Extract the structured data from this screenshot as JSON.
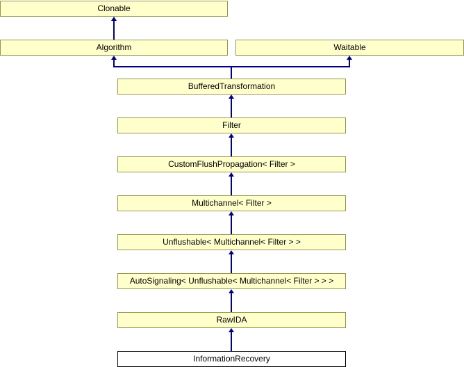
{
  "diagram": {
    "kind": "class-inheritance-diagram",
    "current_class": "InformationRecovery"
  },
  "colors": {
    "background": "#ffffff",
    "node_fill": "#ffffcc",
    "node_border": "#969650",
    "highlight_fill": "#ffffff",
    "highlight_border": "#000000",
    "arrow": "#000080",
    "text": "#000000"
  },
  "nodes": [
    {
      "id": "clonable",
      "label": "Clonable"
    },
    {
      "id": "algorithm",
      "label": "Algorithm"
    },
    {
      "id": "waitable",
      "label": "Waitable"
    },
    {
      "id": "buffered-transformation",
      "label": "BufferedTransformation"
    },
    {
      "id": "filter",
      "label": "Filter"
    },
    {
      "id": "custom-flush-propagation",
      "label": "CustomFlushPropagation< Filter >"
    },
    {
      "id": "multichannel",
      "label": "Multichannel< Filter >"
    },
    {
      "id": "unflushable",
      "label": "Unflushable< Multichannel< Filter > >"
    },
    {
      "id": "auto-signaling",
      "label": "AutoSignaling< Unflushable< Multichannel< Filter > > >"
    },
    {
      "id": "raw-ida",
      "label": "RawIDA"
    },
    {
      "id": "information-recovery",
      "label": "InformationRecovery"
    }
  ],
  "edges": [
    {
      "from": "Algorithm",
      "to": "Clonable"
    },
    {
      "from": "BufferedTransformation",
      "to": "Algorithm"
    },
    {
      "from": "BufferedTransformation",
      "to": "Waitable"
    },
    {
      "from": "Filter",
      "to": "BufferedTransformation"
    },
    {
      "from": "CustomFlushPropagation< Filter >",
      "to": "Filter"
    },
    {
      "from": "Multichannel< Filter >",
      "to": "CustomFlushPropagation< Filter >"
    },
    {
      "from": "Unflushable< Multichannel< Filter > >",
      "to": "Multichannel< Filter >"
    },
    {
      "from": "AutoSignaling< Unflushable< Multichannel< Filter > > >",
      "to": "Unflushable< Multichannel< Filter > >"
    },
    {
      "from": "RawIDA",
      "to": "AutoSignaling< Unflushable< Multichannel< Filter > > >"
    },
    {
      "from": "InformationRecovery",
      "to": "RawIDA"
    }
  ]
}
